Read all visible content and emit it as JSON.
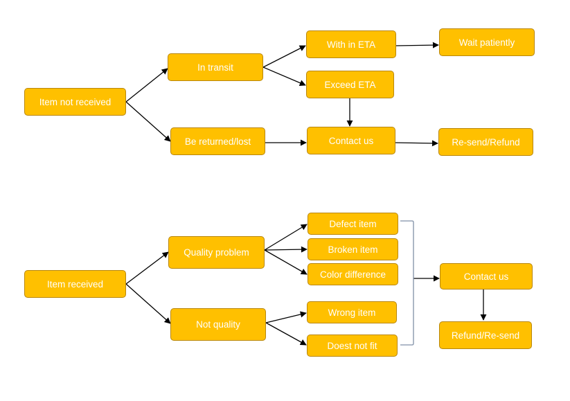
{
  "colors": {
    "node_fill": "#FFC000",
    "node_border": "#B8860B",
    "node_text": "#FFFFFF",
    "arrow": "#000000",
    "bracket": "#7F8FA6"
  },
  "diagram1": {
    "item_not_received": "Item not received",
    "in_transit": "In transit",
    "with_in_eta": "With in ETA",
    "wait_patiently": "Wait patiently",
    "exceed_eta": "Exceed ETA",
    "be_returned_lost": "Be returned/lost",
    "contact_us": "Contact us",
    "resend_refund": "Re-send/Refund"
  },
  "diagram2": {
    "item_received": "Item received",
    "quality_problem": "Quality problem",
    "defect_item": "Defect item",
    "broken_item": "Broken item",
    "color_difference": "Color difference",
    "not_quality": "Not quality",
    "wrong_item": "Wrong item",
    "doest_not_fit": "Doest not fit",
    "contact_us": "Contact us",
    "refund_resend": "Refund/Re-send"
  }
}
